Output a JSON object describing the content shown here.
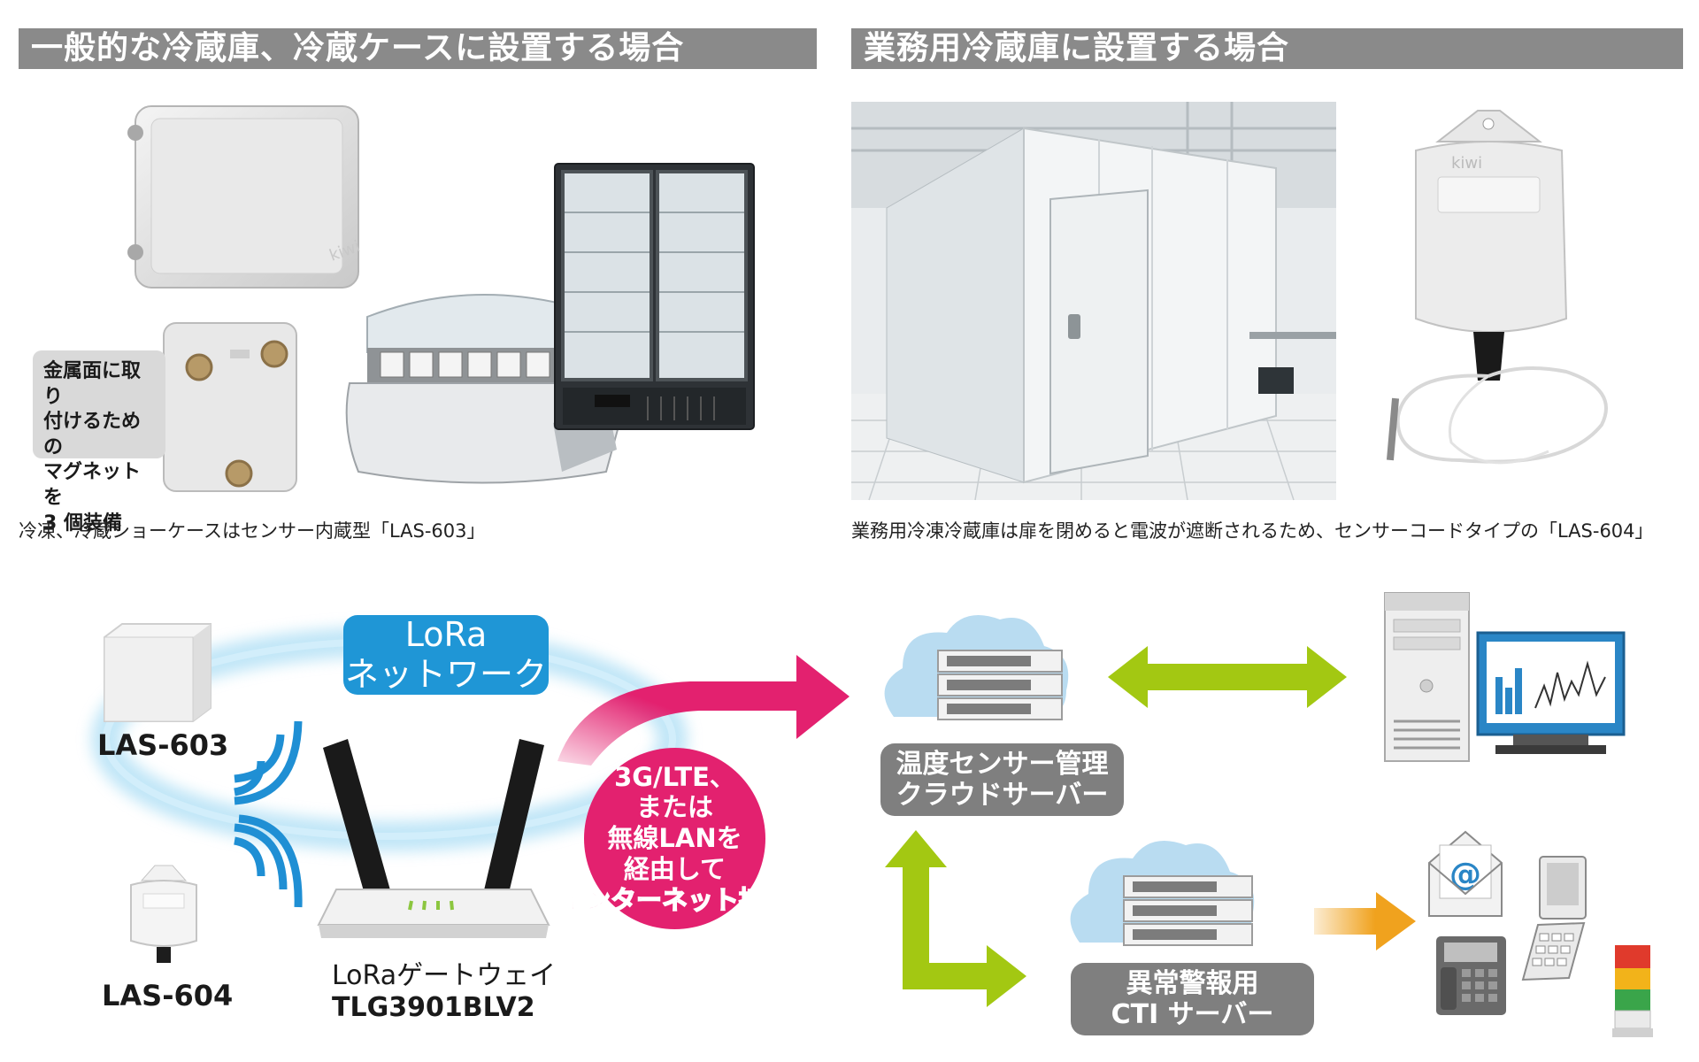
{
  "sections": {
    "left_title": "一般的な冷蔵庫、冷蔵ケースに設置する場合",
    "right_title": "業務用冷蔵庫に設置する場合",
    "left_caption": "冷凍、冷蔵ショーケースはセンサー内蔵型「LAS-603」",
    "right_caption": "業務用冷凍冷蔵庫は扉を閉めると電波が遮断されるため、センサーコードタイプの「LAS-604」"
  },
  "magnet_note": {
    "lines": [
      "金属面に取り",
      "付けるための",
      "マグネットを",
      "3 個装備"
    ]
  },
  "diagram": {
    "lora_network": {
      "line1": "LoRa",
      "line2": "ネットワーク"
    },
    "sensor_603": "LAS-603",
    "sensor_604": "LAS-604",
    "gateway": {
      "line1": "LoRaゲートウェイ",
      "line2": "TLG3901BLV2"
    },
    "connection": {
      "lines": [
        "3G/LTE、",
        "または",
        "無線LANを",
        "経由して",
        "インターネット接続"
      ]
    },
    "cloud_server": {
      "line1": "温度センサー管理",
      "line2": "クラウドサーバー"
    },
    "cti_server": {
      "line1": "異常警報用",
      "line2": "CTI サーバー"
    }
  },
  "colors": {
    "section_bar": "#8a8a8a",
    "lora_blue": "#1f96d6",
    "arrow_pink": "#e3216f",
    "arrow_green": "#a3c812",
    "arrow_orange": "#f0a21e",
    "pill_gray": "#7f7f7f",
    "wave_blue": "#1f8fd4"
  },
  "icons": [
    "sensor-box-icon",
    "sensor-tag-icon",
    "router-icon",
    "cloud-server-icon",
    "computer-icon",
    "email-icon",
    "phone-icon",
    "mobile-phone-icon",
    "signal-tower-icon",
    "wifi-wave-icon"
  ]
}
